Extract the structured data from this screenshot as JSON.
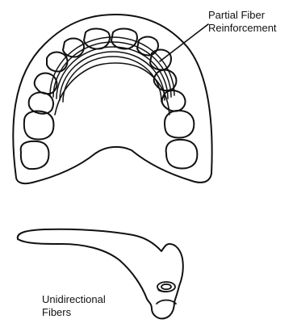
{
  "labels": {
    "partial_fiber": {
      "line1": "Partial Fiber",
      "line2": "Reinforcement"
    },
    "unidirectional": {
      "line1": "Unidirectional",
      "line2": "Fibers"
    }
  },
  "colors": {
    "ink": "#111111",
    "background": "#ffffff"
  }
}
